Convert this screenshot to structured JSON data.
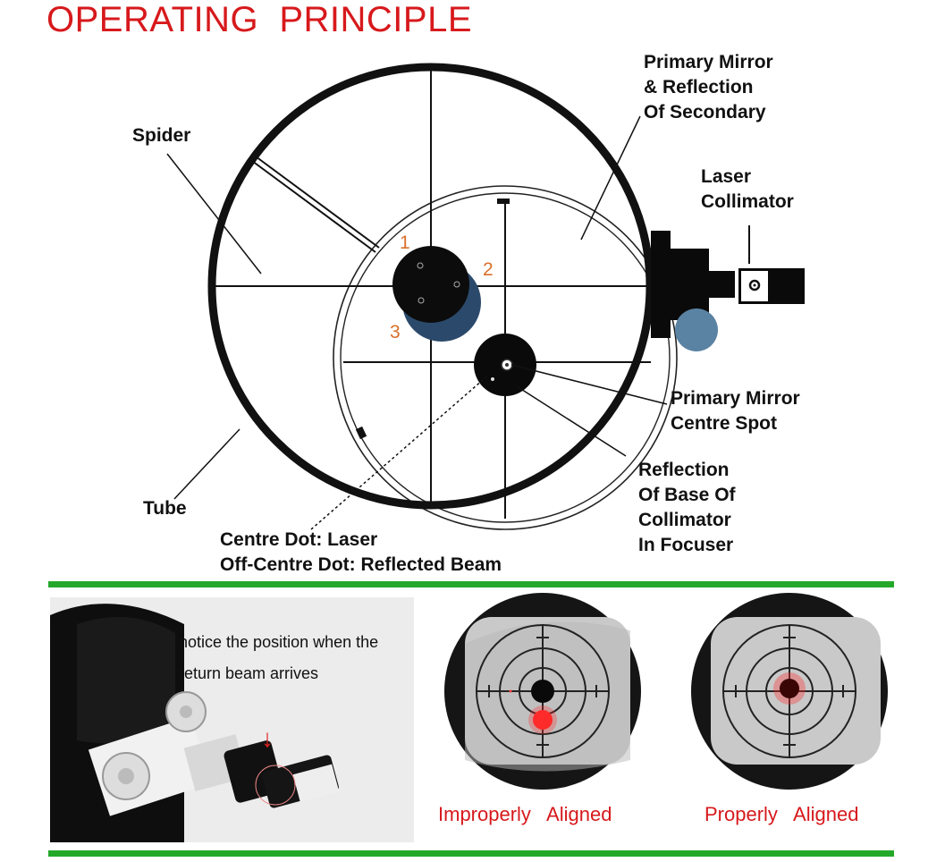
{
  "title": "OPERATING  PRINCIPLE",
  "labels": {
    "spider": "Spider",
    "primary_mirror_reflection": [
      "Primary Mirror",
      "& Reflection",
      "Of Secondary"
    ],
    "laser_collimator": [
      "Laser",
      "Collimator"
    ],
    "primary_mirror_centre_spot": [
      "Primary Mirror",
      "Centre Spot"
    ],
    "reflection_base": [
      "Reflection",
      "Of Base Of",
      "Collimator",
      "In Focuser"
    ],
    "tube": "Tube",
    "centre_dot": "Centre Dot: Laser",
    "off_centre_dot": "Off-Centre Dot: Reflected Beam",
    "screw_numbers": [
      "1",
      "2",
      "3"
    ]
  },
  "photo": {
    "note_line1": "notice the position when the",
    "note_line2": "return beam arrives",
    "arrow": "↓"
  },
  "targets": [
    {
      "caption": "Improperly   Aligned",
      "aligned": false
    },
    {
      "caption": "Properly   Aligned",
      "aligned": true
    }
  ],
  "colors": {
    "title": "#d7191c",
    "caption": "#d7191c",
    "divider": "#24a82a",
    "numbers": "#d9702a",
    "laser": "#ff2020"
  }
}
